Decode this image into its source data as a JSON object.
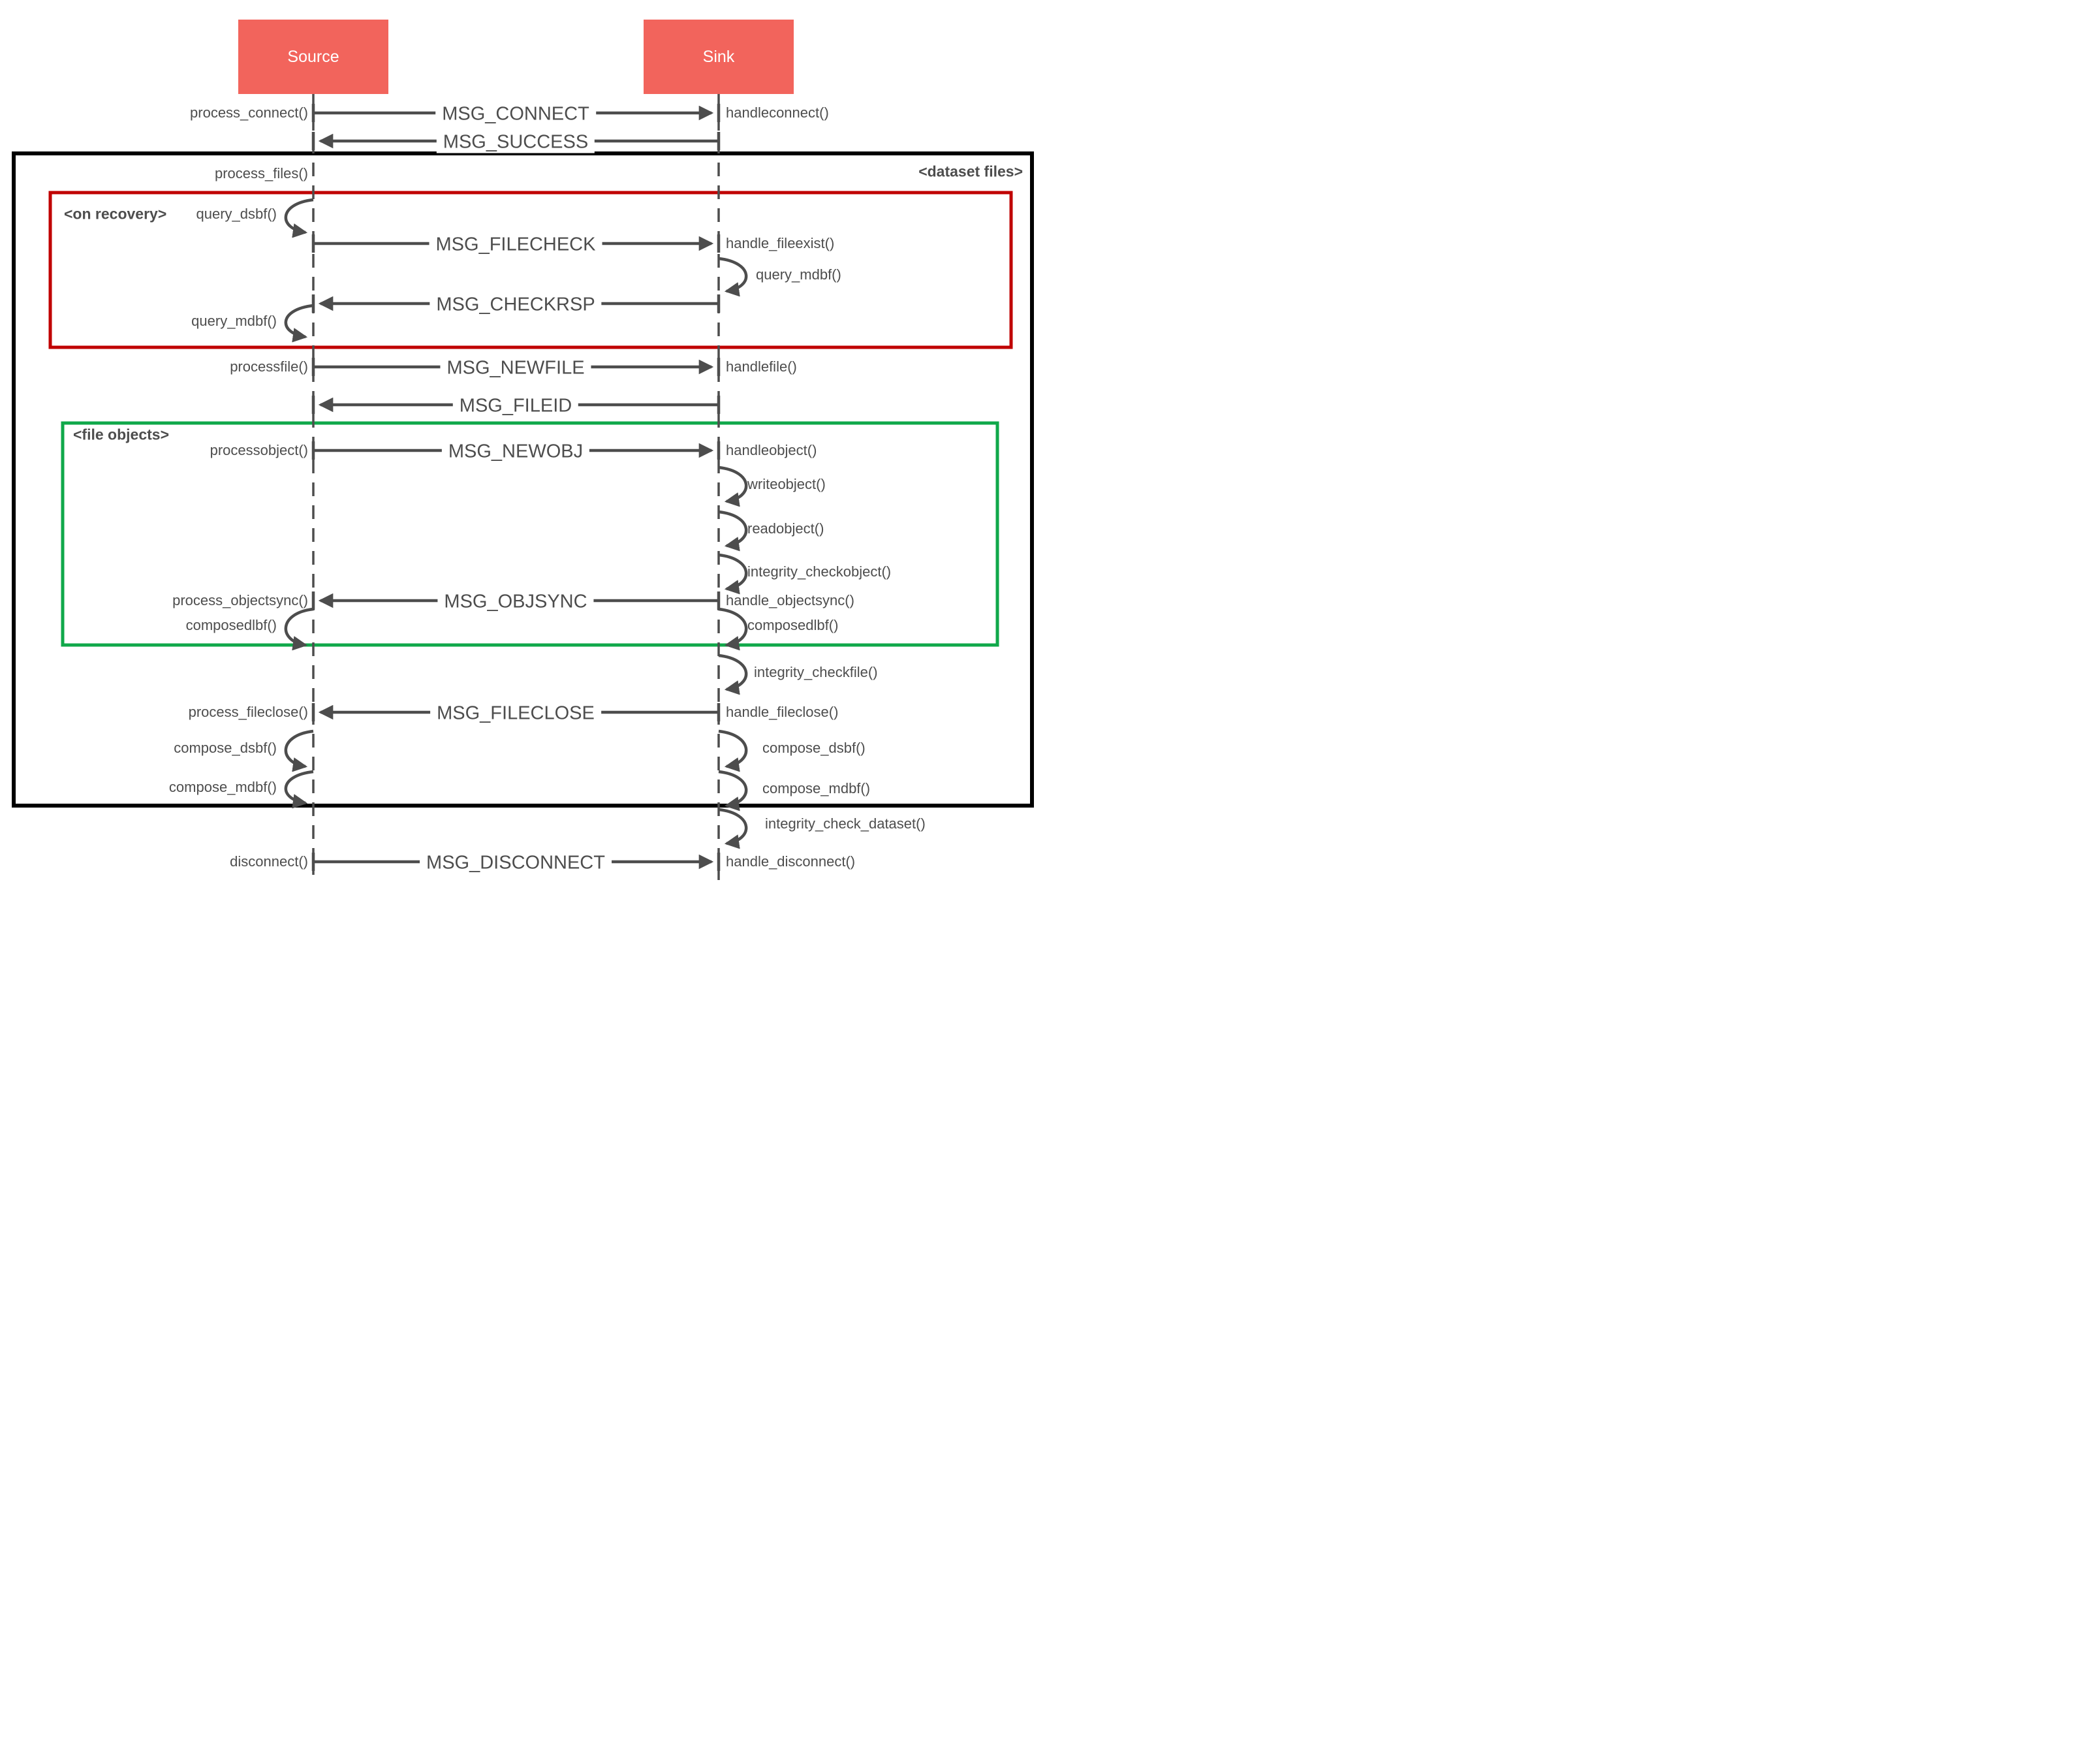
{
  "meta": {
    "diagram_type": "sequence-diagram"
  },
  "colors": {
    "actor_fill": "#F2645C",
    "actor_text": "#FFFFFF",
    "line_gray": "#4D4D4D",
    "frame_black": "#000000",
    "frame_red": "#C00000",
    "frame_green": "#10A84A",
    "background": "#FFFFFF"
  },
  "actors": {
    "source": "Source",
    "sink": "Sink"
  },
  "frames": {
    "dataset_files": "<dataset files>",
    "on_recovery": "<on recovery>",
    "file_objects": "<file objects>"
  },
  "messages": {
    "connect": "MSG_CONNECT",
    "success": "MSG_SUCCESS",
    "filecheck": "MSG_FILECHECK",
    "checkrsp": "MSG_CHECKRSP",
    "newfile": "MSG_NEWFILE",
    "fileid": "MSG_FILEID",
    "newobj": "MSG_NEWOBJ",
    "objsync": "MSG_OBJSYNC",
    "fileclose": "MSG_FILECLOSE",
    "disconnect": "MSG_DISCONNECT"
  },
  "source_side": {
    "process_connect": "process_connect()",
    "process_files": "process_files()",
    "query_dsbf": "query_dsbf()",
    "query_mdbf": "query_mdbf()",
    "processfile": "processfile()",
    "processobject": "processobject()",
    "process_objectsync": "process_objectsync()",
    "composedlbf": "composedlbf()",
    "process_fileclose": "process_fileclose()",
    "compose_dsbf": "compose_dsbf()",
    "compose_mdbf": "compose_mdbf()",
    "disconnect": "disconnect()"
  },
  "sink_side": {
    "handleconnect": "handleconnect()",
    "handle_fileexist": "handle_fileexist()",
    "query_mdbf": "query_mdbf()",
    "handlefile": "handlefile()",
    "handleobject": "handleobject()",
    "writeobject": "writeobject()",
    "readobject": "readobject()",
    "integrity_checkobject": "integrity_checkobject()",
    "handle_objectsync": "handle_objectsync()",
    "composedlbf": "composedlbf()",
    "integrity_checkfile": "integrity_checkfile()",
    "handle_fileclose": "handle_fileclose()",
    "compose_dsbf": "compose_dsbf()",
    "compose_mdbf": "compose_mdbf()",
    "integrity_check_dataset": "integrity_check_dataset()",
    "handle_disconnect": "handle_disconnect()"
  }
}
